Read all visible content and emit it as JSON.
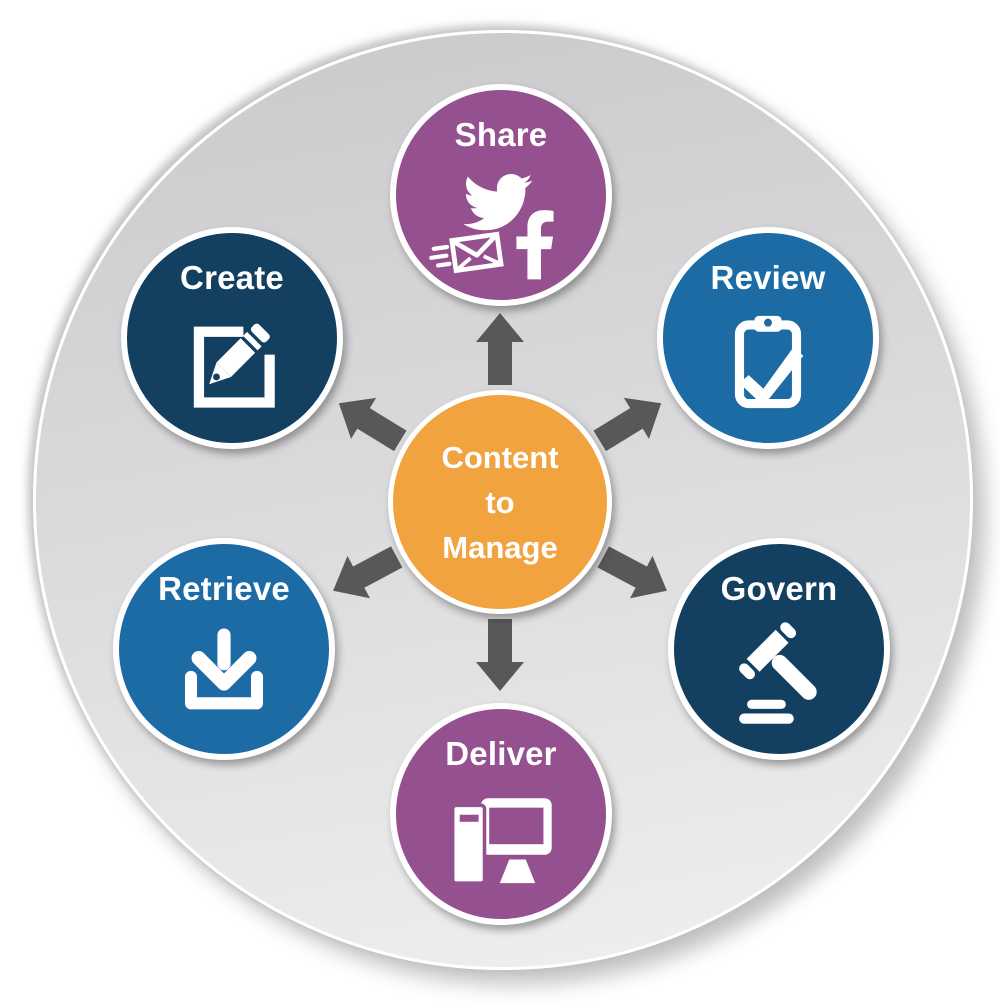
{
  "palette": {
    "arrow": "#58585a",
    "outer-top": "#c9c9cb",
    "outer-bottom": "#f0f0f1",
    "node-border": "#ffffff",
    "label-text": "#ffffff"
  },
  "hub": {
    "lines": [
      "Content",
      "to",
      "Manage"
    ],
    "color": "#f1a33f"
  },
  "nodes": [
    {
      "label": "Share",
      "color": "#95508f",
      "icons": [
        "twitter-bird-icon",
        "speeding-envelope-icon",
        "facebook-f-icon"
      ]
    },
    {
      "label": "Review",
      "color": "#1c6ba5",
      "icons": [
        "clipboard-check-icon"
      ]
    },
    {
      "label": "Govern",
      "color": "#133f60",
      "icons": [
        "gavel-icon"
      ]
    },
    {
      "label": "Deliver",
      "color": "#95508f",
      "icons": [
        "desktop-computer-icon"
      ]
    },
    {
      "label": "Retrieve",
      "color": "#1c6ba5",
      "icons": [
        "download-icon"
      ]
    },
    {
      "label": "Create",
      "color": "#133f60",
      "icons": [
        "edit-pencil-icon"
      ]
    }
  ]
}
